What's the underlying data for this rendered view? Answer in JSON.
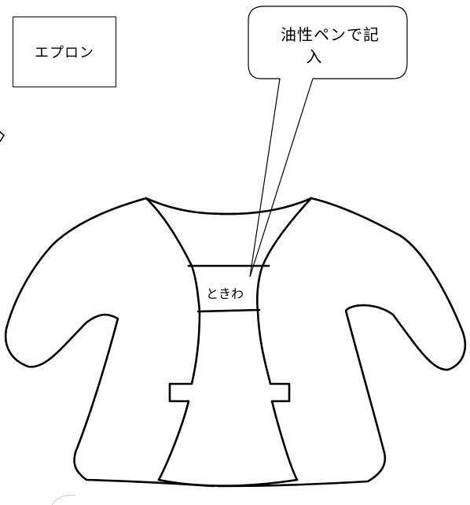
{
  "label_box": {
    "text": "エプロン"
  },
  "callout": {
    "line1": "油性ペンで記",
    "line2": "入"
  },
  "garment": {
    "name_tag": "ときわ"
  },
  "colors": {
    "stroke": "#000000",
    "background": "#ffffff"
  }
}
